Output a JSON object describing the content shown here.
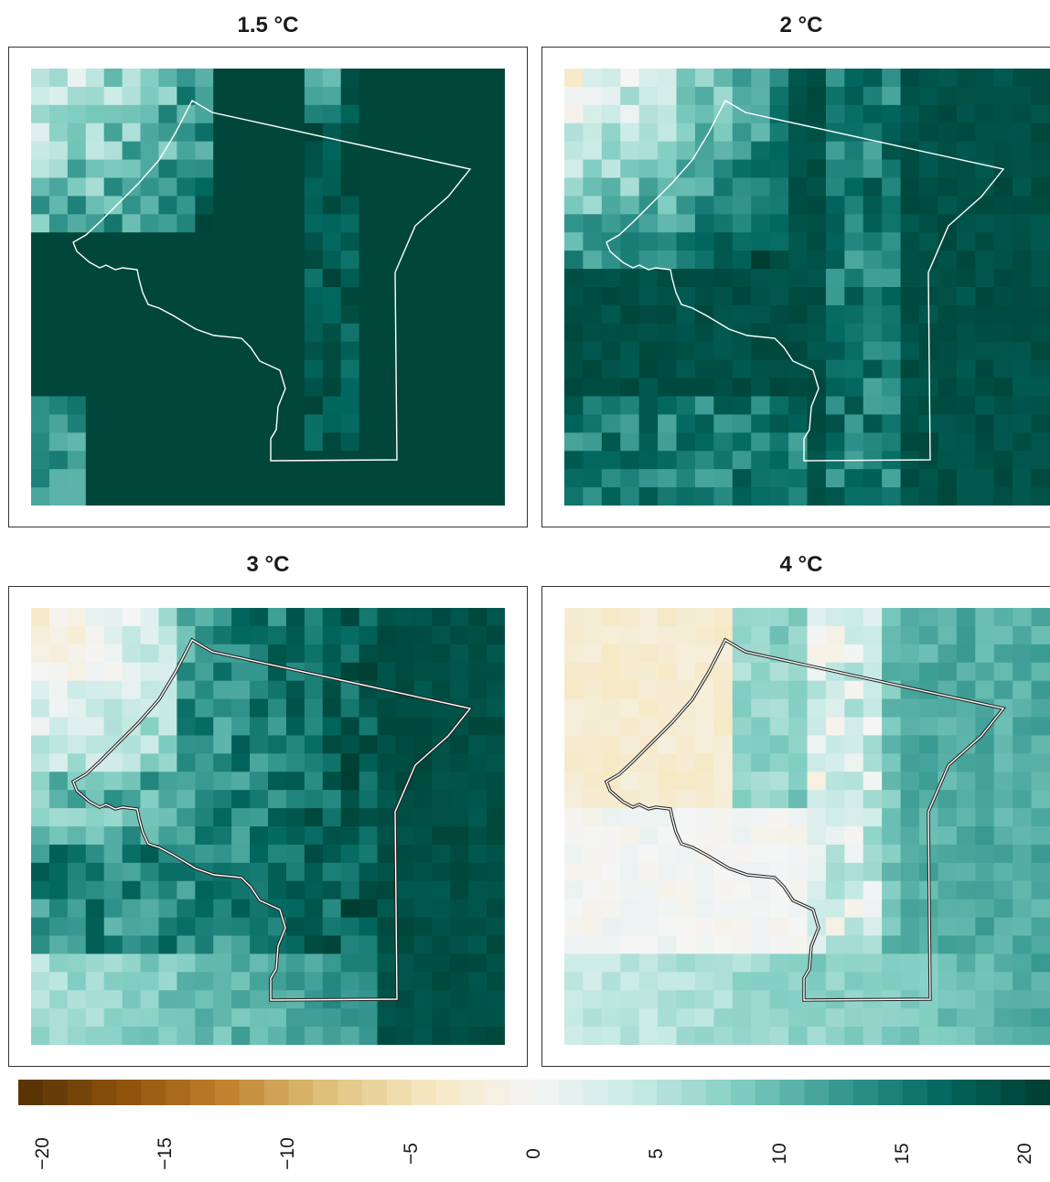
{
  "panels": [
    {
      "title": "1.5 °C"
    },
    {
      "title": "2 °C"
    },
    {
      "title": "3 °C"
    },
    {
      "title": "4 °C"
    }
  ],
  "colorbar": {
    "min": -21,
    "max": 21,
    "ticks": [
      "−20",
      "−15",
      "−10",
      "−5",
      "0",
      "5",
      "10",
      "15",
      "20"
    ],
    "tick_values": [
      -20,
      -15,
      -10,
      -5,
      0,
      5,
      10,
      15,
      20
    ],
    "colors": [
      "#543005",
      "#8c510a",
      "#bf812d",
      "#dfc27d",
      "#f6e8c3",
      "#f5f5f5",
      "#c7eae5",
      "#80cdc1",
      "#35978f",
      "#01665e",
      "#003c30"
    ]
  },
  "chart_data": {
    "type": "heatmap",
    "panels": [
      "1.5 °C",
      "2 °C",
      "3 °C",
      "4 °C"
    ],
    "color_scale": {
      "range": [
        -21,
        21
      ],
      "ticks": [
        -20,
        -15,
        -10,
        -5,
        0,
        5,
        10,
        15,
        20
      ],
      "palette": "brown-white-teal diverging"
    },
    "description_values": {
      "1.5 °C": "mostly +20 (dark teal) with lighter values +5 to +15 toward the northwest corner, and near 0 to -2 at a few far-northwest cells",
      "2 °C": "mostly +15 to +20 with lighter values 0 to +10 in the northwest and west",
      "3 °C": "mixture: -4 to 0 in the north-west, +5 to +15 across the centre, +18 to +20 in the east",
      "4 °C": "-3 to -1 in the north-west, around 0 in the west-centre, +4 to +10 in the south, +10 to +14 in the east"
    }
  }
}
